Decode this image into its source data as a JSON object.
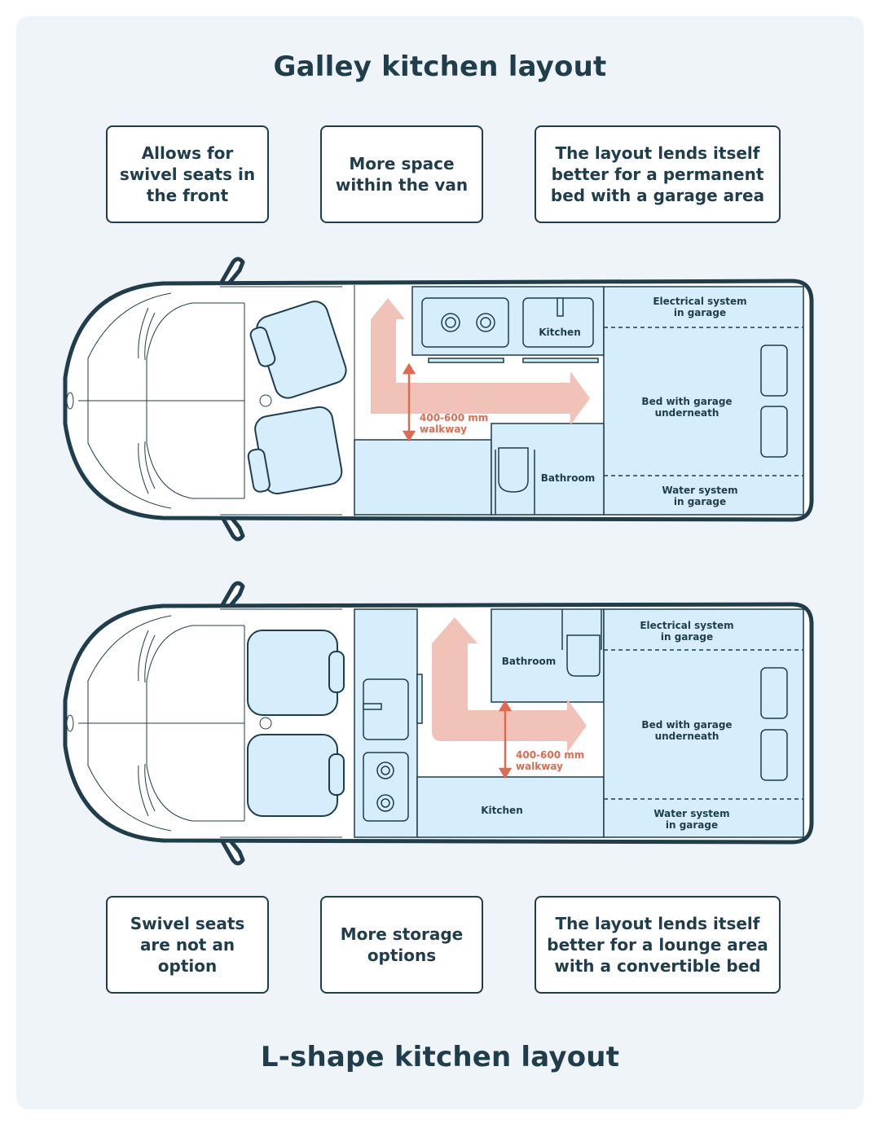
{
  "galley": {
    "title": "Galley kitchen layout",
    "benefits": [
      "Allows for swivel seats in the front",
      "More space within the van",
      "The layout lends itself better for a permanent bed with a garage area"
    ],
    "labels": {
      "kitchen": "Kitchen",
      "electrical_1": "Electrical system",
      "electrical_2": "in garage",
      "bed_1": "Bed with garage",
      "bed_2": "underneath",
      "water_1": "Water system",
      "water_2": "in garage",
      "bathroom": "Bathroom",
      "walkway_1": "400-600 mm",
      "walkway_2": "walkway"
    }
  },
  "lshape": {
    "title": "L-shape kitchen layout",
    "benefits": [
      "Swivel seats are not an option",
      "More storage options",
      "The layout lends itself better for a lounge area with a convertible bed"
    ],
    "labels": {
      "kitchen": "Kitchen",
      "electrical_1": "Electrical system",
      "electrical_2": "in garage",
      "bed_1": "Bed with garage",
      "bed_2": "underneath",
      "water_1": "Water system",
      "water_2": "in garage",
      "bathroom": "Bathroom",
      "walkway_1": "400-600 mm",
      "walkway_2": "walkway"
    }
  },
  "colors": {
    "outline": "#1f3d4a",
    "fill": "#d6eefb",
    "arrow": "#f0c0b4",
    "walkway": "#e06a50",
    "panel": "#eef4f8"
  }
}
